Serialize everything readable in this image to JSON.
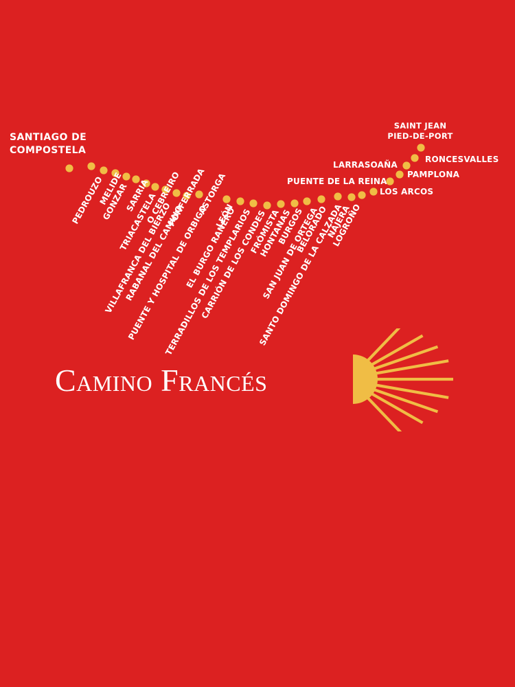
{
  "title": "Camino Francés",
  "colors": {
    "background": "#dc2121",
    "dot": "#f0bd45",
    "text": "#ffffff",
    "shell": "#f0bd45"
  },
  "icons": {
    "scallop_shell": "scallop-shell-icon"
  },
  "start_label": {
    "line1": "SANTIAGO DE",
    "line2": "COMPOSTELA"
  },
  "end_label": {
    "line1": "SAINT JEAN",
    "line2": "PIED-DE-PORT"
  },
  "stops_rotated": [
    "PEDROUZO",
    "MELIDE",
    "GONZAR",
    "SARRIA",
    "TRIACASTELA",
    "O CEBREIRO",
    "VILLAFRANCA DEL BIERZO",
    "PONFERRADA",
    "RABANAL DEL CAMINO",
    "ASTORGA",
    "PUENTE Y HOSPITAL DE ORBIGO",
    "LEÓN",
    "EL BURGO RANERO",
    "TERRADILLOS DE LOS TEMPLARIOS",
    "CARRIÓN DE LOS CONDES",
    "FRÓMISTA",
    "HONTANAS",
    "BURGOS",
    "SAN JUAN DE ORTEGA",
    "BELORADO",
    "SANTO DOMINGO DE LA CALZADA",
    "NÁJERA",
    "LOGROÑO"
  ],
  "stops_horizontal": [
    "LOS ARCOS",
    "PUENTE DE LA REINA",
    "PAMPLONA",
    "LARRASOAÑA",
    "RONCESVALLES"
  ]
}
